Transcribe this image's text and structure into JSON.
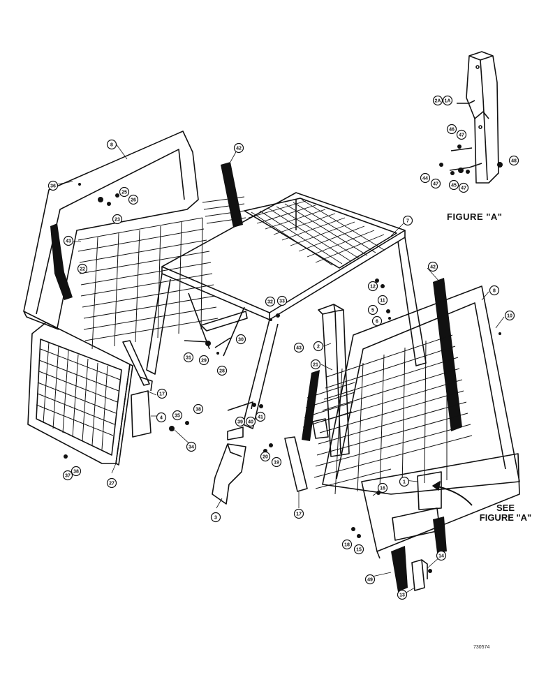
{
  "figure_title": "FIGURE \"A\"",
  "see_note": {
    "line1": "SEE",
    "line2": "FIGURE \"A\""
  },
  "drawing_number": "730574",
  "callouts": [
    {
      "label": "2A"
    },
    {
      "label": "1A"
    },
    {
      "label": "46"
    },
    {
      "label": "47"
    },
    {
      "label": "48"
    },
    {
      "label": "44"
    },
    {
      "label": "47"
    },
    {
      "label": "45"
    },
    {
      "label": "47"
    },
    {
      "label": "8"
    },
    {
      "label": "42"
    },
    {
      "label": "36"
    },
    {
      "label": "25"
    },
    {
      "label": "26"
    },
    {
      "label": "23"
    },
    {
      "label": "43"
    },
    {
      "label": "22"
    },
    {
      "label": "7"
    },
    {
      "label": "42"
    },
    {
      "label": "8"
    },
    {
      "label": "10"
    },
    {
      "label": "12"
    },
    {
      "label": "11"
    },
    {
      "label": "5"
    },
    {
      "label": "6"
    },
    {
      "label": "32"
    },
    {
      "label": "33"
    },
    {
      "label": "30"
    },
    {
      "label": "31"
    },
    {
      "label": "29"
    },
    {
      "label": "28"
    },
    {
      "label": "2"
    },
    {
      "label": "43"
    },
    {
      "label": "21"
    },
    {
      "label": "17"
    },
    {
      "label": "4"
    },
    {
      "label": "38"
    },
    {
      "label": "35"
    },
    {
      "label": "34"
    },
    {
      "label": "39"
    },
    {
      "label": "40"
    },
    {
      "label": "41"
    },
    {
      "label": "20"
    },
    {
      "label": "19"
    },
    {
      "label": "37"
    },
    {
      "label": "38"
    },
    {
      "label": "27"
    },
    {
      "label": "3"
    },
    {
      "label": "17"
    },
    {
      "label": "1"
    },
    {
      "label": "16"
    },
    {
      "label": "18"
    },
    {
      "label": "15"
    },
    {
      "label": "14"
    },
    {
      "label": "49"
    },
    {
      "label": "13"
    }
  ]
}
